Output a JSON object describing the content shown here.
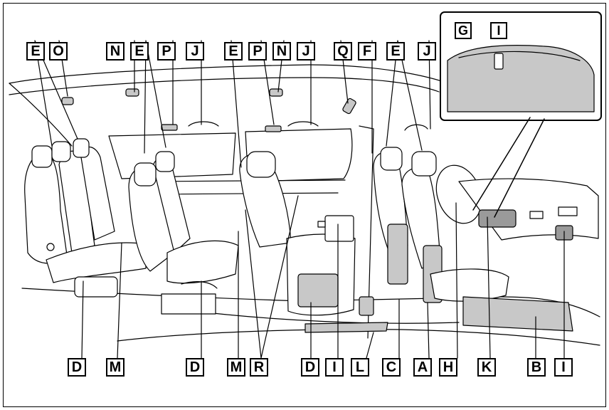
{
  "colors": {
    "outline": "#000000",
    "part_fill": "#c8c8c8",
    "part_dark": "#9a9a9a",
    "background": "#ffffff"
  },
  "labels": {
    "top_row": [
      "E",
      "O",
      "N",
      "E",
      "P",
      "J",
      "E",
      "P",
      "N",
      "J",
      "Q",
      "F",
      "E",
      "J"
    ],
    "inset": [
      "G",
      "I"
    ],
    "bottom_row": [
      "D",
      "M",
      "D",
      "M",
      "R",
      "D",
      "I",
      "L",
      "C",
      "A",
      "H",
      "K",
      "B",
      "I"
    ]
  }
}
